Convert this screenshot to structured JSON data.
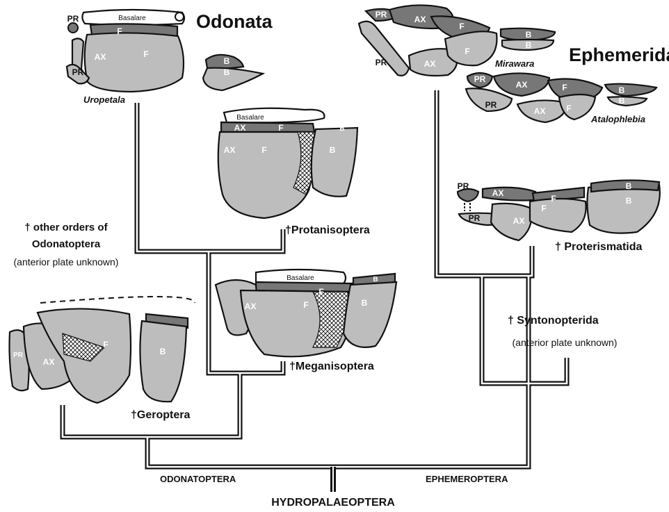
{
  "groups": {
    "odonata": "Odonata",
    "ephemerida": "Ephemerida"
  },
  "species": {
    "uropetala": "Uropetala",
    "mirawara": "Mirawara",
    "atalophlebia": "Atalophlebia"
  },
  "taxa": {
    "dagger": "†",
    "protanisoptera": "Protanisoptera",
    "meganisoptera": "Meganisoptera",
    "geroptera": "Geroptera",
    "proterismatida": "Proterismatida",
    "syntonopterida": "Syntonopterida",
    "other_orders_line1": "other orders of",
    "other_orders_line2": "Odonatoptera",
    "anterior_unknown": "(anterior plate unknown)"
  },
  "plate_labels": {
    "pr": "PR",
    "ax": "AX",
    "f": "F",
    "b": "B",
    "basalare": "Basalare"
  },
  "clades": {
    "odonatoptera": "ODONATOPTERA",
    "ephemeroptera": "EPHEMEROPTERA",
    "root": "HYDROPALAEOPTERA"
  },
  "colors": {
    "plate_light": "#bdbdbd",
    "plate_dark": "#777777",
    "outline": "#111111",
    "background": "#ffffff"
  }
}
